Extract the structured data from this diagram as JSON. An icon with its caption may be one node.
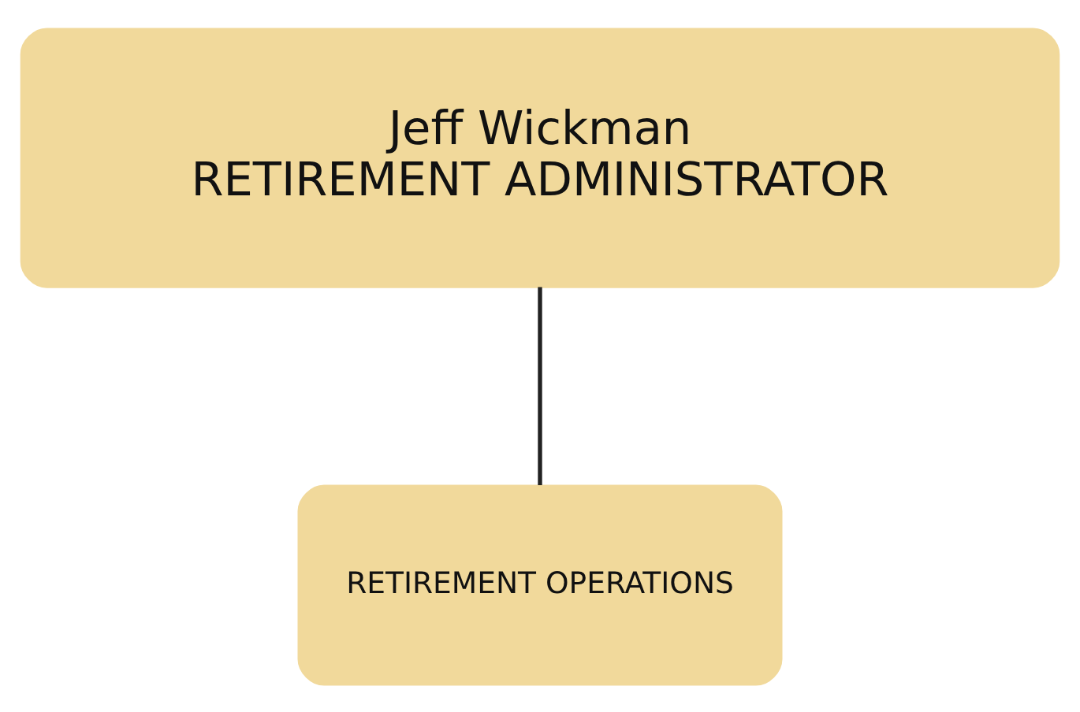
{
  "diagram": {
    "nodes": [
      {
        "text": [
          "Jeff Wickman",
          "RETIREMENT ADMINISTRATOR"
        ]
      },
      {
        "text": [
          "RETIREMENT OPERATIONS"
        ]
      }
    ],
    "edges": [
      {
        "from": 0,
        "to": 1,
        "arrow": "none"
      }
    ]
  }
}
